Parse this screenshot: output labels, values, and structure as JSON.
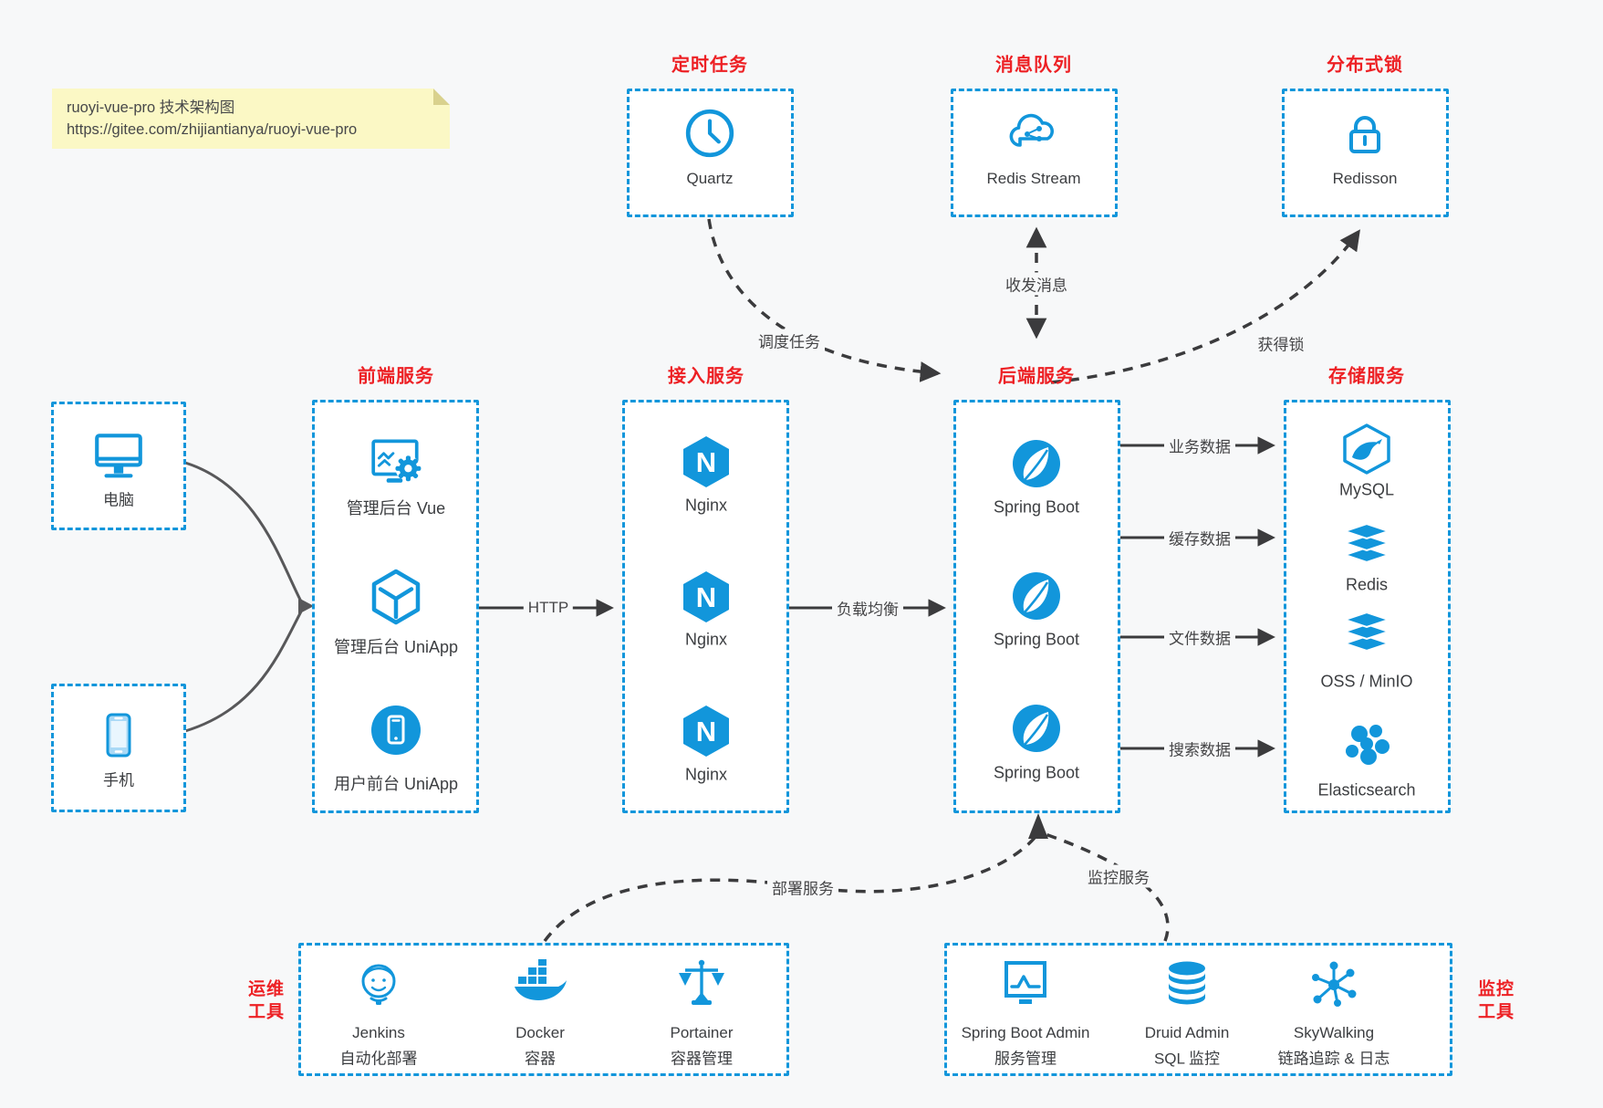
{
  "colors": {
    "accent": "#1296db",
    "title_red": "#ed2024",
    "arrow_gray": "#3b3b3d",
    "note_bg": "#fbf8c5",
    "page_bg": "#f7f8f9"
  },
  "note": {
    "line1": "ruoyi-vue-pro 技术架构图",
    "line2": "https://gitee.com/zhijiantianya/ruoyi-vue-pro"
  },
  "top": {
    "scheduler": {
      "title": "定时任务",
      "item": "Quartz",
      "icon": "clock-icon"
    },
    "mq": {
      "title": "消息队列",
      "item": "Redis Stream",
      "icon": "cloud-icon"
    },
    "lock": {
      "title": "分布式锁",
      "item": "Redisson",
      "icon": "lock-icon"
    }
  },
  "clients": {
    "pc": "电脑",
    "mobile": "手机"
  },
  "frontend": {
    "title": "前端服务",
    "items": [
      "管理后台 Vue",
      "管理后台 UniApp",
      "用户前台 UniApp"
    ]
  },
  "gateway": {
    "title": "接入服务",
    "items": [
      "Nginx",
      "Nginx",
      "Nginx"
    ]
  },
  "backend": {
    "title": "后端服务",
    "items": [
      "Spring Boot",
      "Spring Boot",
      "Spring Boot"
    ]
  },
  "storage": {
    "title": "存储服务",
    "items": [
      "MySQL",
      "Redis",
      "OSS / MinIO",
      "Elasticsearch"
    ]
  },
  "edges": {
    "http": "HTTP",
    "lb": "负载均衡",
    "schedule": "调度任务",
    "mq": "收发消息",
    "lock": "获得锁",
    "business": "业务数据",
    "cache": "缓存数据",
    "file": "文件数据",
    "search": "搜索数据",
    "deploy": "部署服务",
    "monitor": "监控服务"
  },
  "ops": {
    "title1": "运维",
    "title2": "工具",
    "items": [
      {
        "name": "Jenkins",
        "desc": "自动化部署"
      },
      {
        "name": "Docker",
        "desc": "容器"
      },
      {
        "name": "Portainer",
        "desc": "容器管理"
      }
    ]
  },
  "monitoring": {
    "title1": "监控",
    "title2": "工具",
    "items": [
      {
        "name": "Spring Boot Admin",
        "desc": "服务管理"
      },
      {
        "name": "Druid Admin",
        "desc": "SQL 监控"
      },
      {
        "name": "SkyWalking",
        "desc": "链路追踪 & 日志"
      }
    ]
  }
}
